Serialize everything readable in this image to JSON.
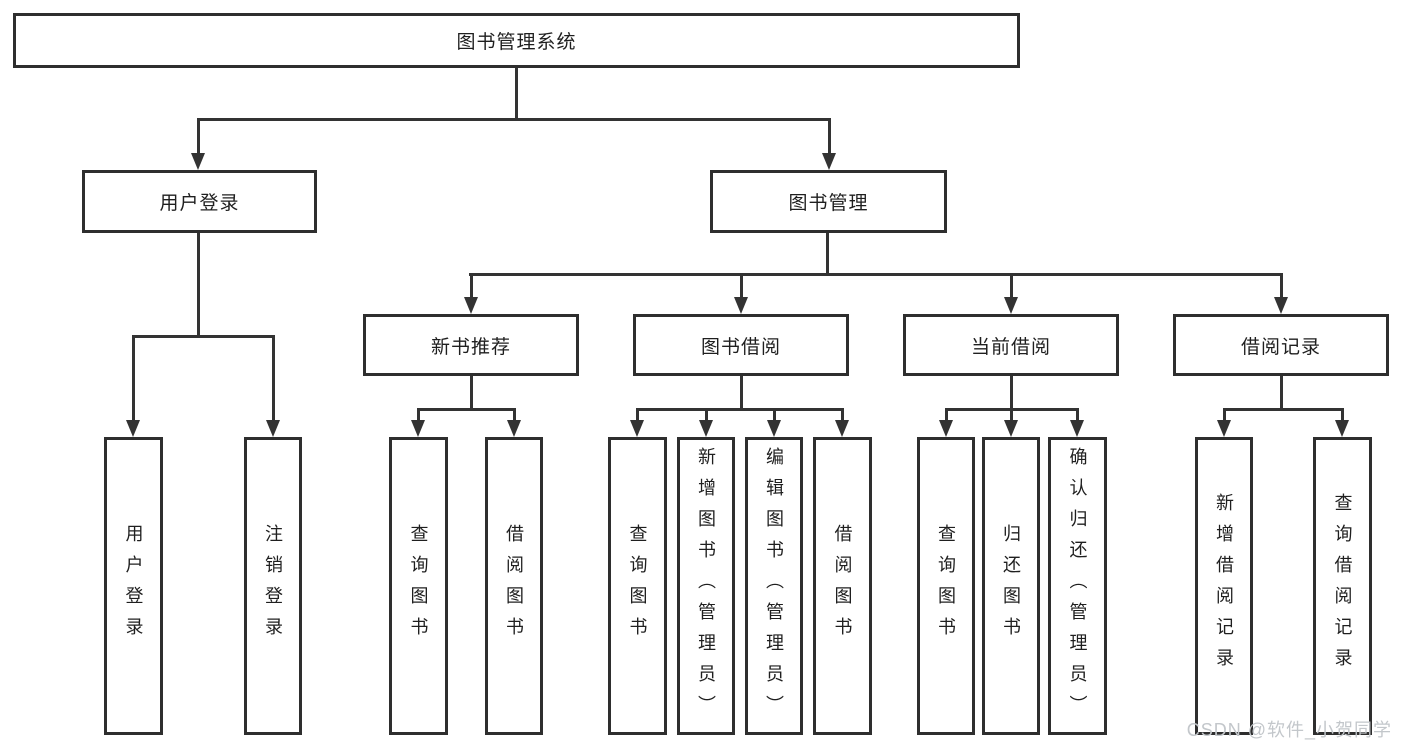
{
  "diagram": {
    "root": "图书管理系统",
    "level2": {
      "user_login": "用户登录",
      "book_mgmt": "图书管理"
    },
    "level3": {
      "new_book_rec": "新书推荐",
      "book_borrow": "图书借阅",
      "current_borrow": "当前借阅",
      "borrow_records": "借阅记录"
    },
    "leaves": {
      "login_1": "用户登录",
      "login_2": "注销登录",
      "rec_1": "查询图书",
      "rec_2": "借阅图书",
      "borrow_1": "查询图书",
      "borrow_2": "新增图书（管理员）",
      "borrow_3": "编辑图书（管理员）",
      "borrow_4": "借阅图书",
      "current_1": "查询图书",
      "current_2": "归还图书",
      "current_3": "确认归还（管理员）",
      "records_1": "新增借阅记录",
      "records_2": "查询借阅记录"
    },
    "hierarchy": {
      "图书管理系统": {
        "用户登录": [
          "用户登录",
          "注销登录"
        ],
        "图书管理": {
          "新书推荐": [
            "查询图书",
            "借阅图书"
          ],
          "图书借阅": [
            "查询图书",
            "新增图书（管理员）",
            "编辑图书（管理员）",
            "借阅图书"
          ],
          "当前借阅": [
            "查询图书",
            "归还图书",
            "确认归还（管理员）"
          ],
          "借阅记录": [
            "新增借阅记录",
            "查询借阅记录"
          ]
        }
      }
    }
  },
  "watermark": "CSDN @软件_小贺同学",
  "colors": {
    "line": "#333333",
    "box_border": "#2e2e2e",
    "text": "#1f1f1f",
    "watermark": "#c3c7cb",
    "background": "#ffffff"
  }
}
